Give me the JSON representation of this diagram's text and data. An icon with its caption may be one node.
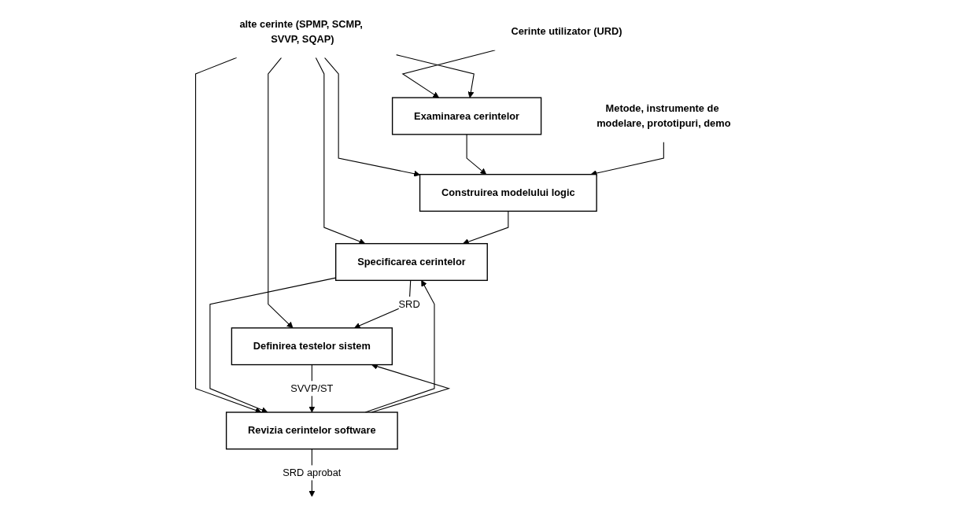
{
  "diagram": {
    "nodes": [
      {
        "text": [
          "Cerinte utilizator (URD)"
        ]
      },
      {
        "text": [
          "alte cerinte (SPMP, SCMP, SVVP, SQAP)"
        ]
      },
      {
        "text": [
          "Examinarea cerintelor"
        ]
      },
      {
        "text": [
          "Construirea modelului logic"
        ]
      },
      {
        "text": [
          "Metode, instrumente de modelare, prototipuri, demo"
        ]
      },
      {
        "text": [
          "Specificarea cerintelor"
        ]
      },
      {
        "text": [
          "Definirea testelor sistem"
        ]
      },
      {
        "text": [
          "Revizia cerintelor software"
        ]
      }
    ],
    "edges": [
      {
        "from": 0,
        "to": 2,
        "arrow": "to"
      },
      {
        "from": 1,
        "to": 2,
        "arrow": "to"
      },
      {
        "from": 1,
        "to": 3,
        "arrow": "to"
      },
      {
        "from": 1,
        "to": 5,
        "arrow": "to"
      },
      {
        "from": 1,
        "to": 6,
        "arrow": "to"
      },
      {
        "from": 1,
        "to": 7,
        "arrow": "to"
      },
      {
        "from": 2,
        "to": 3,
        "arrow": "to"
      },
      {
        "from": 4,
        "to": 3,
        "arrow": "to"
      },
      {
        "from": 3,
        "to": 5,
        "arrow": "to"
      },
      {
        "from": 5,
        "to": 6,
        "label": "SRD",
        "arrow": "to"
      },
      {
        "from": 5,
        "to": 7,
        "arrow": "to"
      },
      {
        "from": 6,
        "to": 7,
        "label": "SVVP/ST",
        "arrow": "to"
      },
      {
        "from": 7,
        "to": 5,
        "arrow": "to"
      },
      {
        "from": 7,
        "to": 6,
        "arrow": "to"
      },
      {
        "from": 7,
        "to": null,
        "label": "SRD aprobat",
        "arrow": "to"
      }
    ]
  }
}
